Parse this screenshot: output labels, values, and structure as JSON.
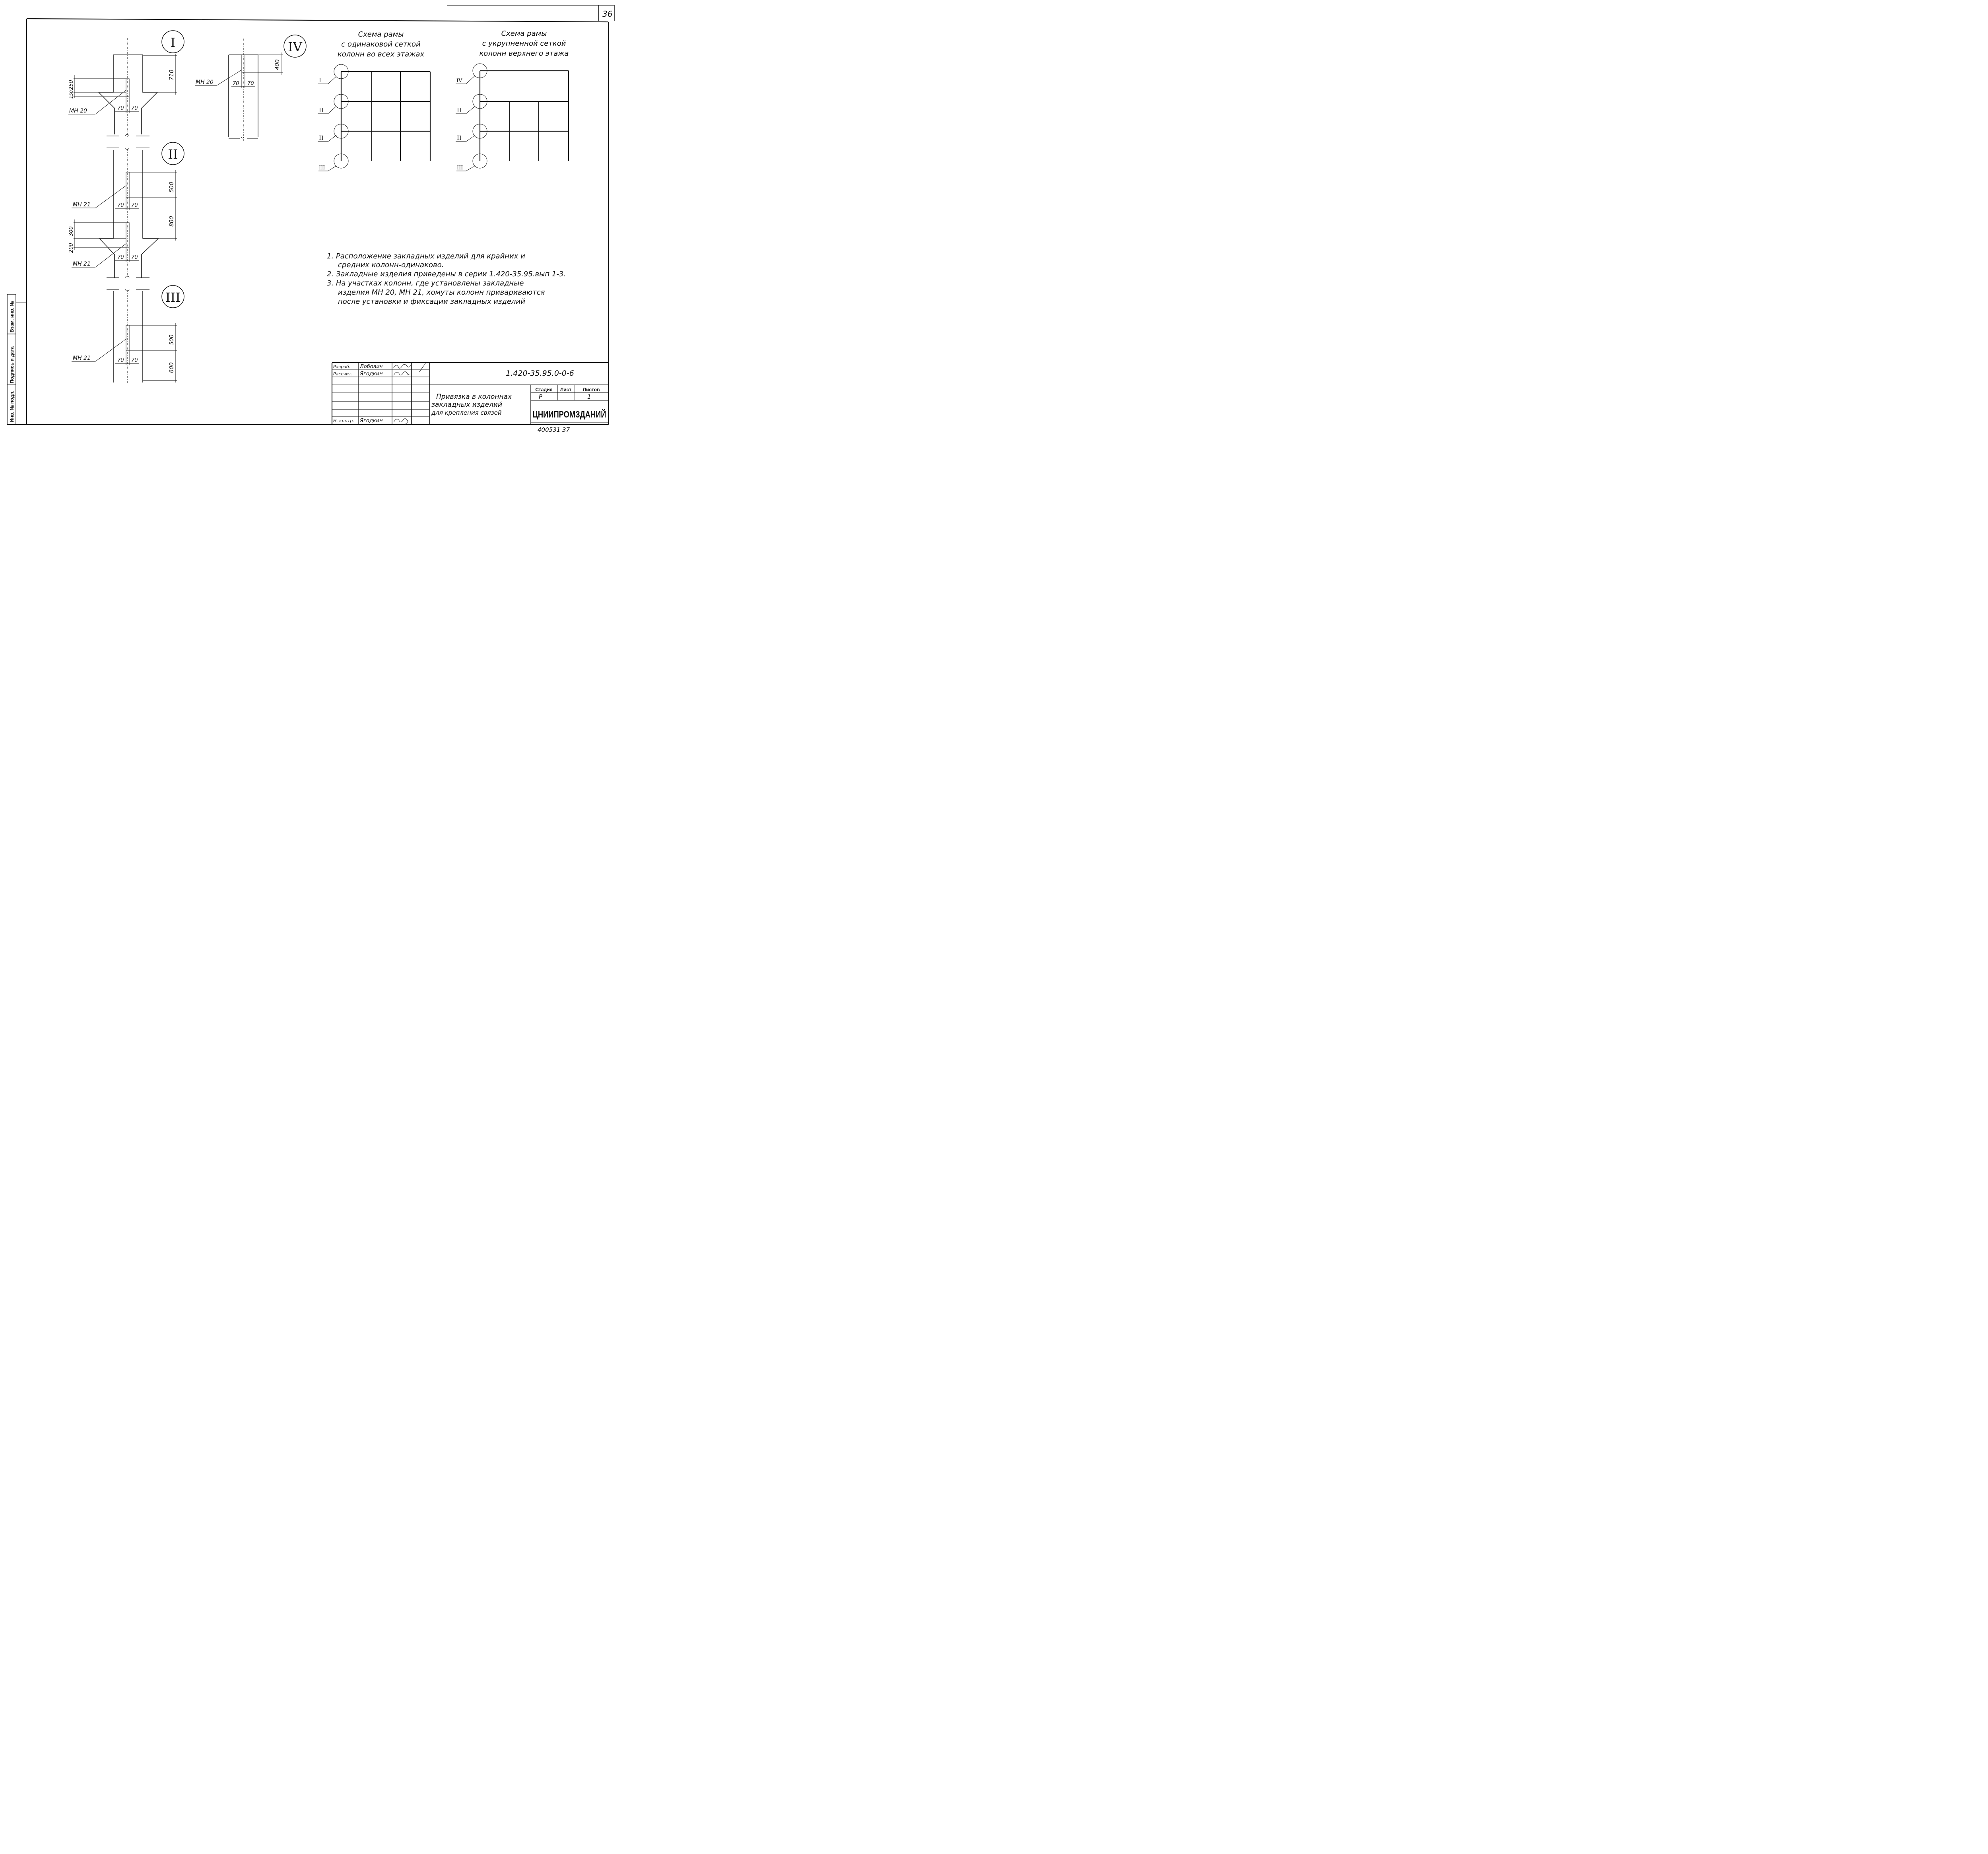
{
  "sheet": {
    "page_number": "36",
    "bottom_code": "400531  37"
  },
  "details": {
    "I": {
      "roman": "I",
      "dims": {
        "top": "710",
        "d1": "250",
        "d2": "150",
        "w1": "70",
        "w2": "70"
      },
      "mark": "МН 20"
    },
    "II": {
      "roman": "II",
      "dims": {
        "top": "500",
        "mid": "800",
        "d1": "300",
        "d2": "200",
        "w1a": "70",
        "w2a": "70",
        "w1b": "70",
        "w2b": "70"
      },
      "mark_upper": "МН 21",
      "mark_lower": "МН 21"
    },
    "III": {
      "roman": "III",
      "dims": {
        "top": "500",
        "bottom": "600",
        "w1": "70",
        "w2": "70"
      },
      "mark": "МН 21"
    },
    "IV": {
      "roman": "IV",
      "dims": {
        "top": "400",
        "w1": "70",
        "w2": "70"
      },
      "mark": "МН 20"
    }
  },
  "schemes": {
    "left": {
      "title_lines": [
        "Схема рамы",
        "с одинаковой сеткой",
        "колонн во всех этажах"
      ],
      "labels": [
        "I",
        "II",
        "II",
        "III"
      ]
    },
    "right": {
      "title_lines": [
        "Схема рамы",
        "с укрупненной сеткой",
        "колонн верхнего этажа"
      ],
      "labels": [
        "IV",
        "II",
        "II",
        "III"
      ]
    }
  },
  "notes": [
    "1. Расположение закладных изделий для крайних и",
    "средних колонн-одинаково.",
    "2. Закладные изделия приведены в серии 1.420-35.95.вып 1-3.",
    "3. На участках колонн, где установлены закладные",
    "изделия МН 20, МН 21,            хомуты колонн привариваются",
    "после установки и фиксации закладных изделий"
  ],
  "stamp": {
    "rows": [
      {
        "role": "Разраб.",
        "name": "Лобович"
      },
      {
        "role": "Рассчит.",
        "name": "Ягодкин"
      },
      {
        "role": "",
        "name": ""
      },
      {
        "role": "",
        "name": ""
      },
      {
        "role": "",
        "name": ""
      },
      {
        "role": "Н. контр.",
        "name": "Ягодкин"
      }
    ],
    "code": "1.420-35.95.0-0-6",
    "title_lines": [
      "Привязка в колоннах",
      "закладных изделий",
      "для крепления связей"
    ],
    "headers": {
      "stage": "Стадия",
      "sheet": "Лист",
      "sheets": "Листов"
    },
    "values": {
      "stage": "Р",
      "sheet": "",
      "sheets": "1"
    },
    "org": "ЦНИИПРОМЗДАНИЙ"
  },
  "side_stamp": [
    "Инв. № подл.",
    "Подпись и дата",
    "Взам. инв. №"
  ]
}
